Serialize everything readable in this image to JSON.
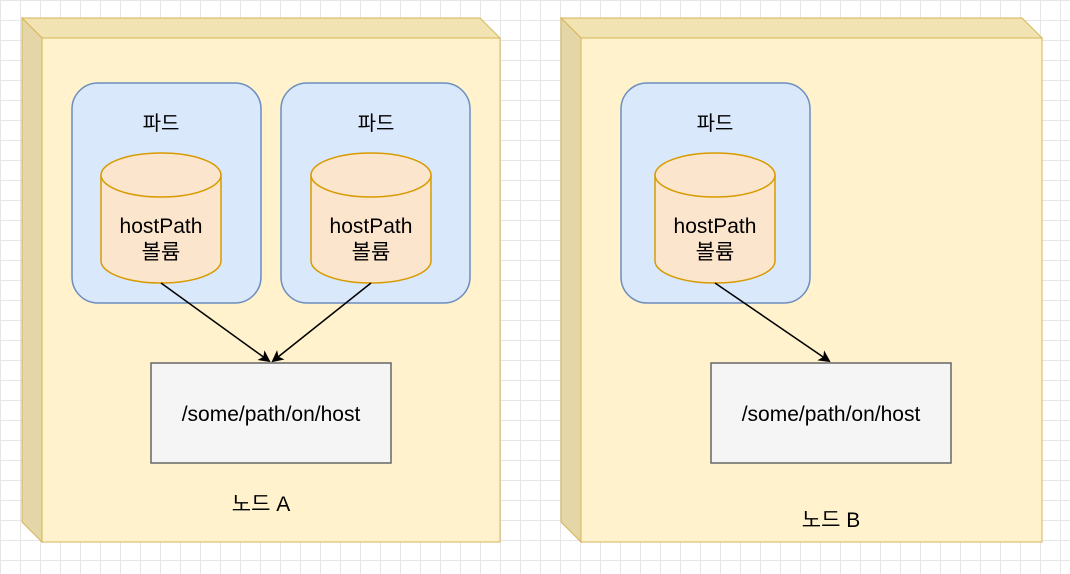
{
  "nodes": [
    {
      "label": "노드 A",
      "pods": [
        {
          "title": "파드",
          "volume_line1": "hostPath",
          "volume_line2": "볼륨"
        },
        {
          "title": "파드",
          "volume_line1": "hostPath",
          "volume_line2": "볼륨"
        }
      ],
      "host_path": "/some/path/on/host"
    },
    {
      "label": "노드 B",
      "pods": [
        {
          "title": "파드",
          "volume_line1": "hostPath",
          "volume_line2": "볼륨"
        }
      ],
      "host_path": "/some/path/on/host"
    }
  ],
  "colors": {
    "node_fill": "#fff2cc",
    "node_side": "#e4d6a7",
    "node_stroke": "#d6b656",
    "pod_fill": "#dae8fc",
    "pod_stroke": "#6c8ebf",
    "volume_fill": "#fce5cd",
    "volume_stroke": "#d79b00",
    "path_fill": "#f5f5f5",
    "path_stroke": "#666666"
  }
}
